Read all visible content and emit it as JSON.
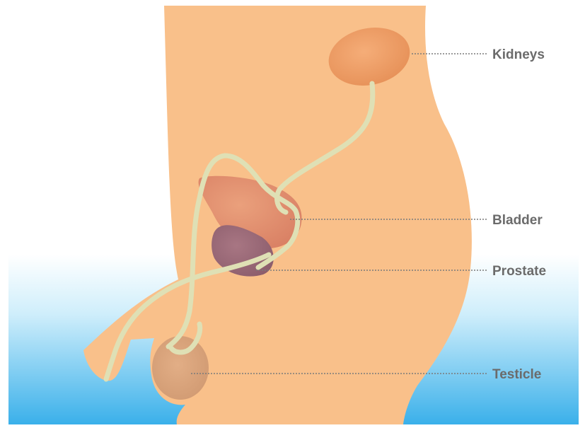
{
  "labels": {
    "kidneys": "Kidneys",
    "bladder": "Bladder",
    "prostate": "Prostate",
    "testicle": "Testicle"
  },
  "colors": {
    "skin": "#f9c08a",
    "kidney": "#ee9b62",
    "bladder": "#e38f6e",
    "prostate": "#9c6c7a",
    "testicle": "#d9a279",
    "tube": "#dfe0b5",
    "water_top": "#ffffff",
    "water_bottom": "#3ab0ea",
    "label_text": "#6b6b6b"
  }
}
